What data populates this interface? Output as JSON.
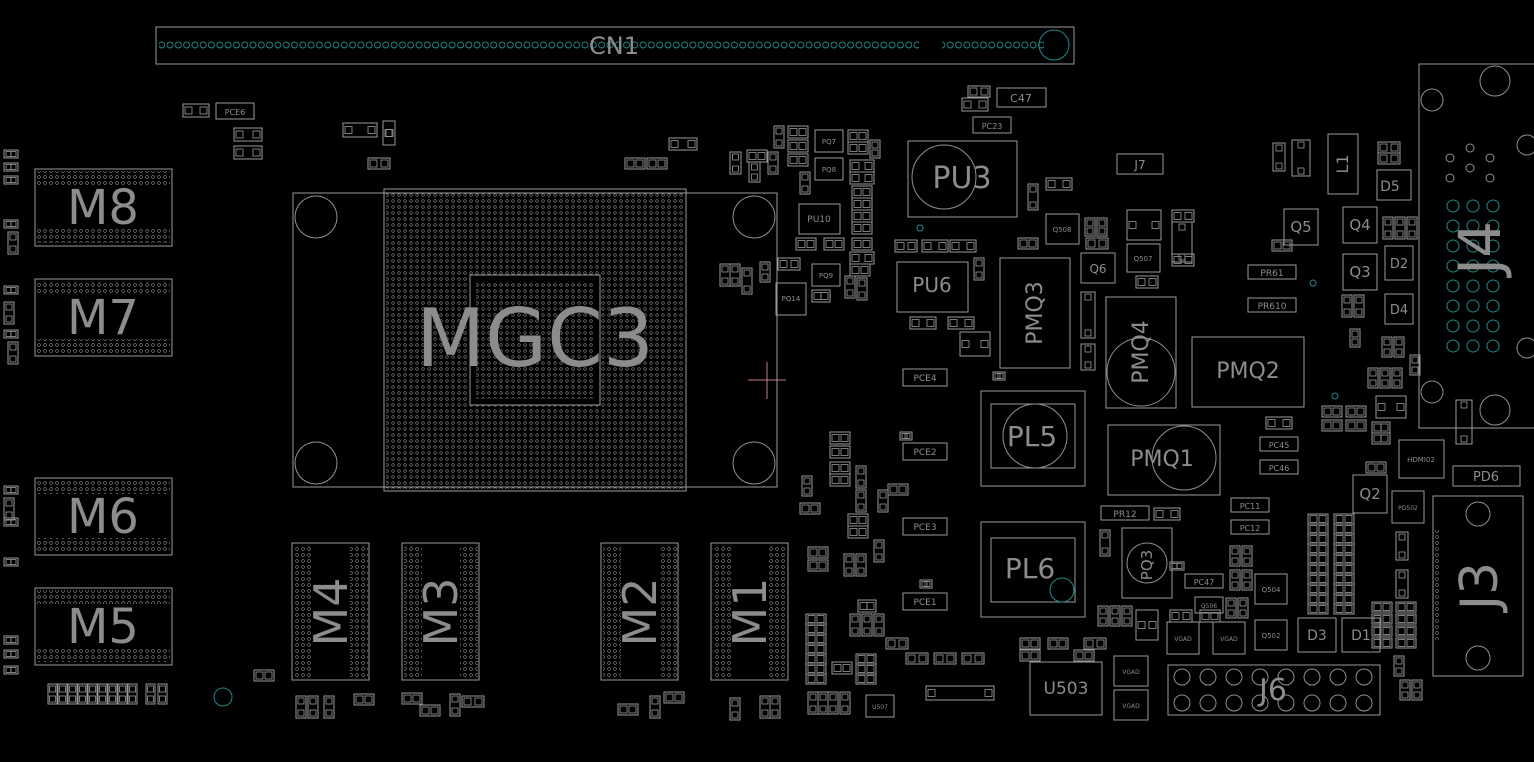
{
  "colors": {
    "background": "#000000",
    "outline": "#9a9a9a",
    "label": "#8c8c8c",
    "via": "#1f8a8a",
    "cursor": "#c07a88"
  },
  "labels": {
    "cn1": "CN1",
    "m8": "M8",
    "m7": "M7",
    "m6": "M6",
    "m5": "M5",
    "m4": "M4",
    "m3": "M3",
    "m2": "M2",
    "m1": "M1",
    "main_chip": "MGC3",
    "pu3": "PU3",
    "pu6": "PU6",
    "pu10": "PU10",
    "pq14": "PQ14",
    "pmq3": "PMQ3",
    "pmq4": "PMQ4",
    "pmq2": "PMQ2",
    "pmq1": "PMQ1",
    "pl5": "PL5",
    "pl6": "PL6",
    "pq3": "PQ3",
    "u503": "U503",
    "j6": "J6",
    "j4": "J4",
    "j3": "J3",
    "j7": "J7",
    "q5": "Q5",
    "q4": "Q4",
    "q3": "Q3",
    "q2": "Q2",
    "q6": "Q6",
    "d5": "D5",
    "d2": "D2",
    "d4": "D4",
    "d3": "D3",
    "d1": "D1",
    "l1": "L1",
    "pd6": "PD6",
    "c47": "C47",
    "pce4": "PCE4",
    "pce2": "PCE2",
    "pce3": "PCE3",
    "pce1": "PCE1",
    "pce6": "PCE6",
    "pc23": "PC23",
    "pr61": "PR61",
    "pr610": "PR610",
    "pr12": "PR12",
    "pc45": "PC45",
    "pc46": "PC46",
    "pc11": "PC11",
    "pc12": "PC12",
    "pc47": "PC47",
    "pq7": "PQ7",
    "pq8": "PQ8",
    "pq9": "PQ9",
    "q508": "Q508",
    "q507": "Q507",
    "q504": "Q504",
    "q502": "Q502",
    "q506": "Q506",
    "pd502": "PD502",
    "hdmi": "HDMI02",
    "u507": "U507",
    "vgad": "VGAD"
  }
}
